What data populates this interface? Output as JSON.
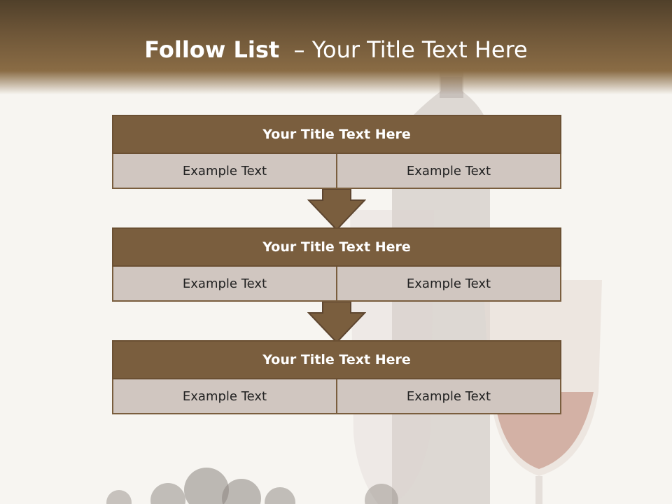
{
  "title": {
    "bold": "Follow List",
    "rest": "– Your Title Text Here"
  },
  "blocks": [
    {
      "heading": "Your Title Text Here",
      "left": "Example Text",
      "right": "Example Text"
    },
    {
      "heading": "Your Title Text Here",
      "left": "Example Text",
      "right": "Example Text"
    },
    {
      "heading": "Your Title Text Here",
      "left": "Example Text",
      "right": "Example Text"
    }
  ],
  "colors": {
    "header": "#7a5e3e",
    "cell": "#d0c6c0",
    "arrow": "#7a5e3e"
  }
}
